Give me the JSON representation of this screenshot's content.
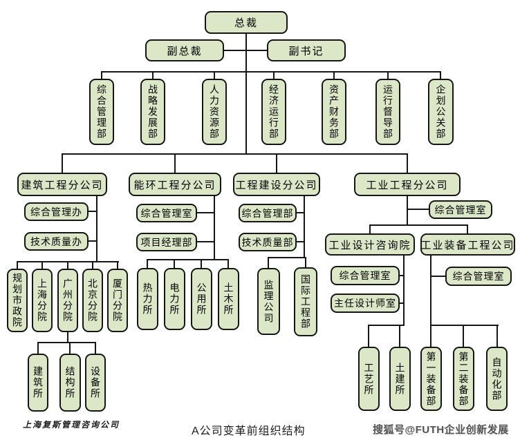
{
  "caption": "A公司变革前组织结构",
  "footer": {
    "credit": "上海复斯管理咨询公司",
    "watermark": "搜狐号@FUTH企业创新发展"
  },
  "colors": {
    "node_fill": "#dbe7c6",
    "node_border": "#151515",
    "connector": "#151515",
    "watermark_text": "#555555"
  },
  "nodes": {
    "president": "总裁",
    "vice_president": "副总裁",
    "deputy_secretary": "副书记",
    "dept_general_admin": "综合管理部",
    "dept_strategy_dev": "战略发展部",
    "dept_hr": "人力资源部",
    "dept_economic_operation": "经济运行部",
    "dept_asset_finance": "资产财务部",
    "dept_operation_supervision": "运行督导部",
    "dept_planning_pr": "企划公关部",
    "branch_construction": "建筑工程分公司",
    "construction_admin_office": "综合管理办",
    "construction_tech_quality_office": "技术质量办",
    "inst_planning_municipal": "规划市政院",
    "inst_shanghai": "上海分院",
    "inst_guangzhou": "广州分院",
    "inst_beijing": "北京分院",
    "inst_xiamen": "厦门分院",
    "guangzhou_architecture": "建筑所",
    "guangzhou_structure": "结构所",
    "guangzhou_equipment": "设备所",
    "branch_energy_env": "能环工程分公司",
    "energy_admin_room": "综合管理室",
    "energy_project_manager_dept": "项目经理部",
    "energy_thermal": "热力所",
    "energy_electric": "电力所",
    "energy_utility": "公用所",
    "energy_civil": "土木所",
    "branch_eng_construction": "工程建设分公司",
    "engcon_admin_dept": "综合管理部",
    "engcon_tech_quality_dept": "技术质量部",
    "engcon_supervision_company": "监理公司",
    "engcon_international_dept": "国际工程部",
    "branch_industrial": "工业工程分公司",
    "industrial_admin_room": "综合管理室",
    "design_consulting_institute": "工业设计咨询院",
    "equipment_eng_company": "工业装备工程公司",
    "design_admin_room": "综合管理室",
    "design_chief_designer_room": "主任设计师室",
    "design_process_institute": "工艺所",
    "design_civil_institute": "土建所",
    "equip_admin_room": "综合管理室",
    "equip_first_dept": "第一装备部",
    "equip_second_dept": "第二装备部",
    "equip_automation_dept": "自动化部"
  }
}
